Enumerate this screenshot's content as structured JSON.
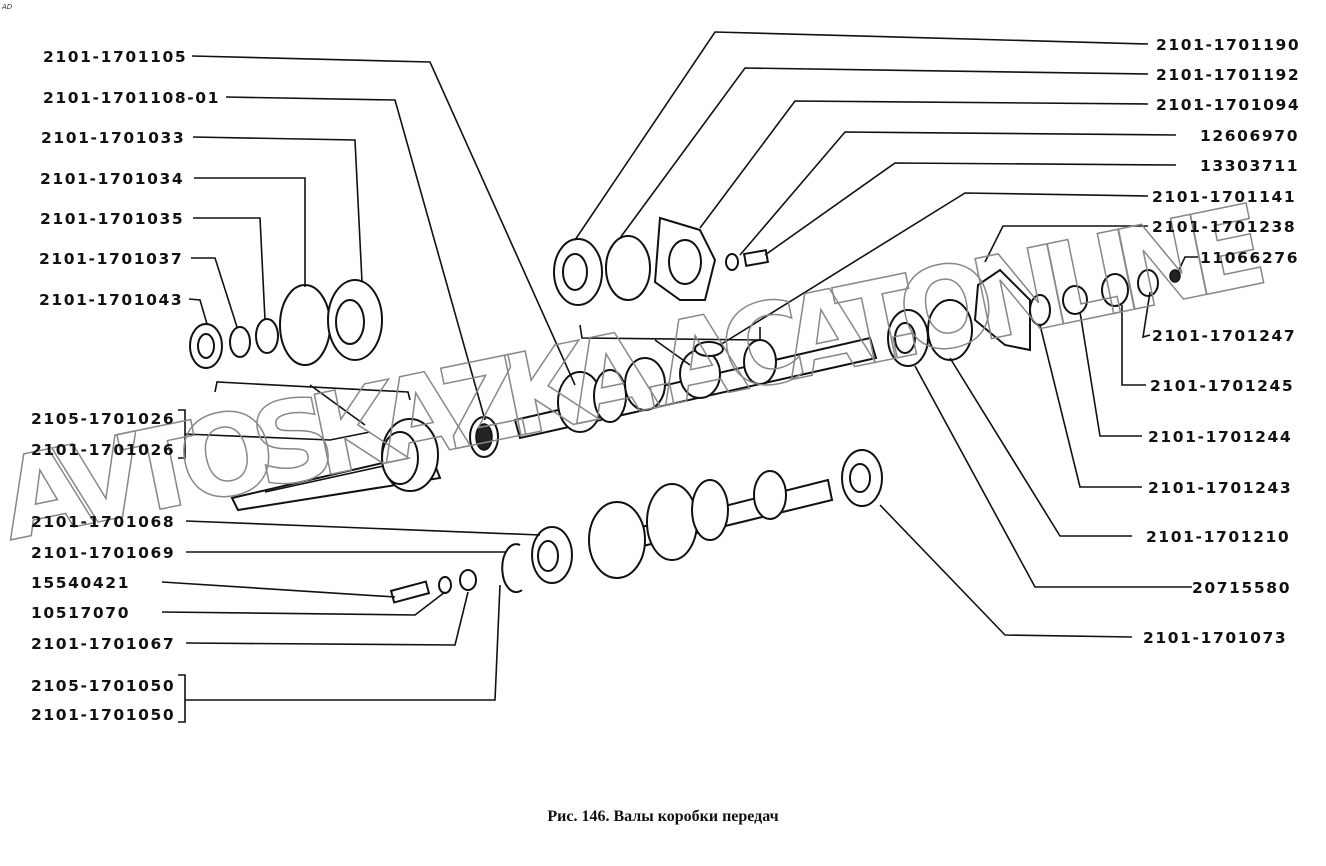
{
  "corner_mark": "AD",
  "caption": "Рис. 146. Валы коробки передач",
  "watermark": "AVTOSKAZKA.ACAT.ONLINE",
  "labels_left": [
    "2101-1701105",
    "2101-1701108-01",
    "2101-1701033",
    "2101-1701034",
    "2101-1701035",
    "2101-1701037",
    "2101-1701043",
    "2105-1701026",
    "2101-1701026",
    "2101-1701068",
    "2101-1701069",
    "15540421",
    "10517070",
    "2101-1701067",
    "2105-1701050",
    "2101-1701050"
  ],
  "labels_right": [
    "2101-1701190",
    "2101-1701192",
    "2101-1701094",
    "12606970",
    "13303711",
    "2101-1701141",
    "2101-1701238",
    "11066276",
    "2101-1701247",
    "2101-1701245",
    "2101-1701244",
    "2101-1701243",
    "2101-1701210",
    "20715580",
    "2101-1701073"
  ]
}
